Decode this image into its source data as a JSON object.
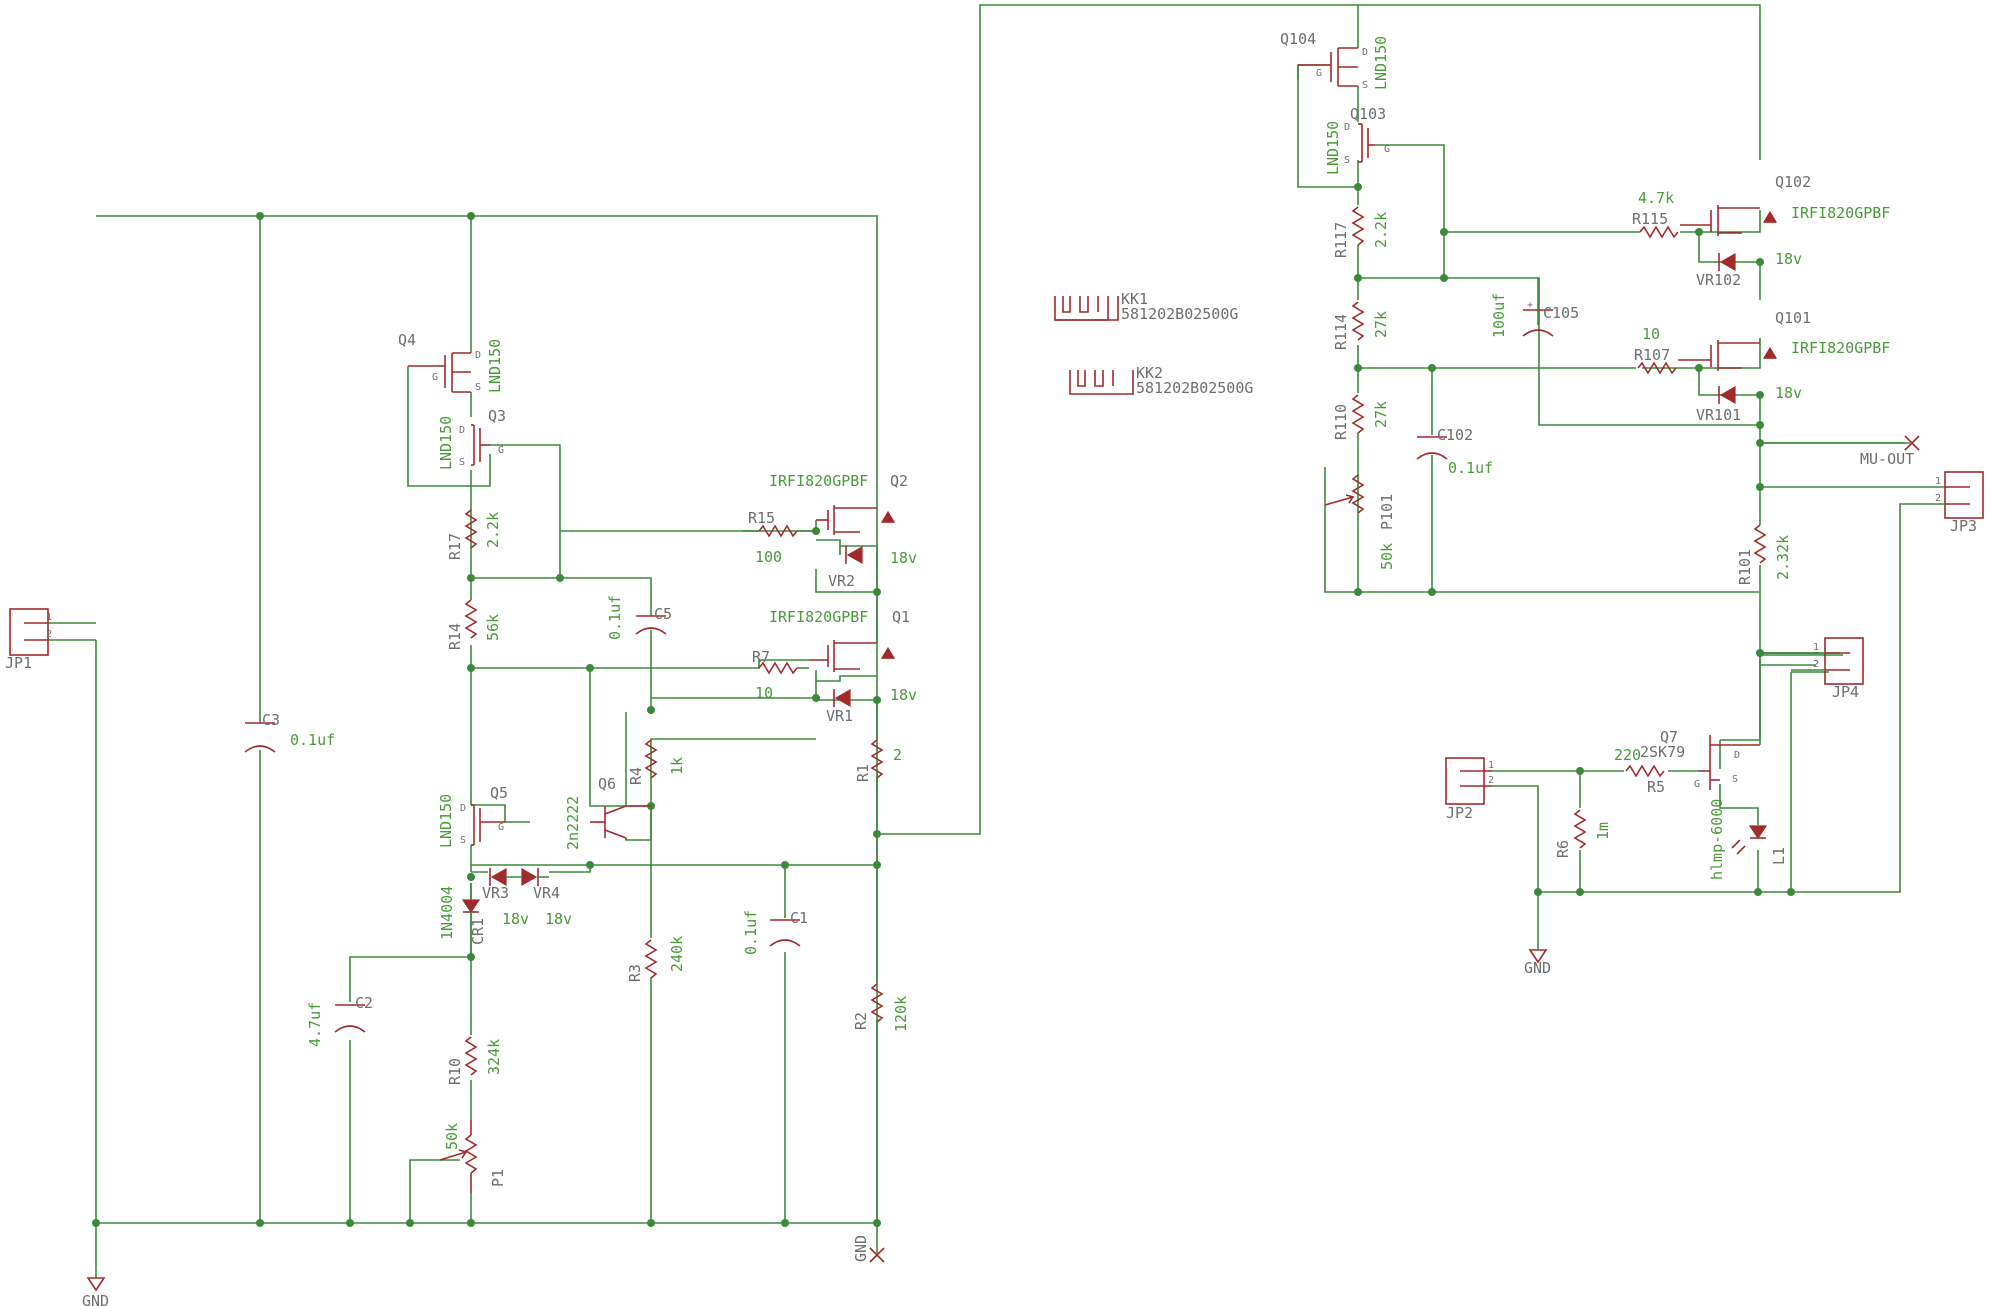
{
  "colors": {
    "wire": "#3b8a3b",
    "part": "#a12b2b",
    "name": "#6e6e6e",
    "value": "#4a9a3a"
  },
  "labels": {
    "JP1": "JP1",
    "JP2": "JP2",
    "JP3": "JP3",
    "JP4": "JP4",
    "pin1": "1",
    "pin2": "2",
    "GND": "GND",
    "MU_OUT": "MU-OUT",
    "Q1": "Q1",
    "Q2": "Q2",
    "Q3": "Q3",
    "Q4": "Q4",
    "Q5": "Q5",
    "Q6": "Q6",
    "Q7": "Q7",
    "Q101": "Q101",
    "Q102": "Q102",
    "Q103": "Q103",
    "Q104": "Q104",
    "irfi": "IRFI820GPBF",
    "lnd": "LND150",
    "n2222": "2n2222",
    "sk79": "2SK79",
    "R1": "R1",
    "R2": "R2",
    "R3": "R3",
    "R4": "R4",
    "R5": "R5",
    "R6": "R6",
    "R7": "R7",
    "R10": "R10",
    "R14": "R14",
    "R15": "R15",
    "R17": "R17",
    "R101": "R101",
    "R107": "R107",
    "R110": "R110",
    "R114": "R114",
    "R115": "R115",
    "R117": "R117",
    "C1": "C1",
    "C2": "C2",
    "C3": "C3",
    "C5": "C5",
    "C102": "C102",
    "C105": "C105",
    "VR1": "VR1",
    "VR2": "VR2",
    "VR3": "VR3",
    "VR4": "VR4",
    "VR101": "VR101",
    "VR102": "VR102",
    "CR1": "CR1",
    "D1N4004": "1N4004",
    "P1": "P1",
    "P101": "P101",
    "L1": "L1",
    "hlmp": "hlmp-6000",
    "KK1": "KK1",
    "KK2": "KK2",
    "kkpart": "581202B02500G",
    "pinD": "D",
    "pinS": "S",
    "pinG": "G"
  },
  "values": {
    "v0_1uf": "0.1uf",
    "v4_7uf": "4.7uf",
    "v100uf": "100uf",
    "v18v": "18v",
    "v100": "100",
    "v10": "10",
    "v2": "2",
    "v1k": "1k",
    "v240k": "240k",
    "v120k": "120k",
    "v324k": "324k",
    "v50k": "50k",
    "v56k": "56k",
    "v2_2k": "2.2k",
    "v27k": "27k",
    "v4_7k": "4.7k",
    "v2_32k": "2.32k",
    "v220": "220",
    "v1m": "1m"
  }
}
